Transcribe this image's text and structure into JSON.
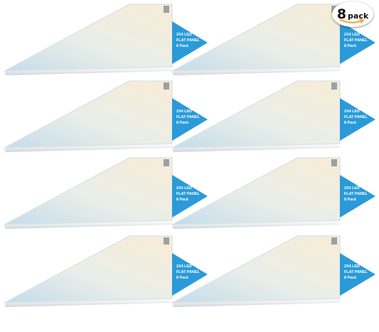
{
  "badge": {
    "count": "8",
    "word": "pack"
  },
  "panel_label": [
    "2X4 LED",
    "FLAT PANEL",
    "8 Pack"
  ],
  "panels": [
    {
      "name": "panel-1"
    },
    {
      "name": "panel-2"
    },
    {
      "name": "panel-3"
    },
    {
      "name": "panel-4"
    },
    {
      "name": "panel-5"
    },
    {
      "name": "panel-6"
    },
    {
      "name": "panel-7"
    },
    {
      "name": "panel-8"
    }
  ],
  "colors": {
    "warm": "#f6eee0",
    "cool": "#cfe3ee",
    "frame": "#dfe3e6",
    "tag": "#2a9bd8",
    "badge_arrow": "#f3a847"
  }
}
